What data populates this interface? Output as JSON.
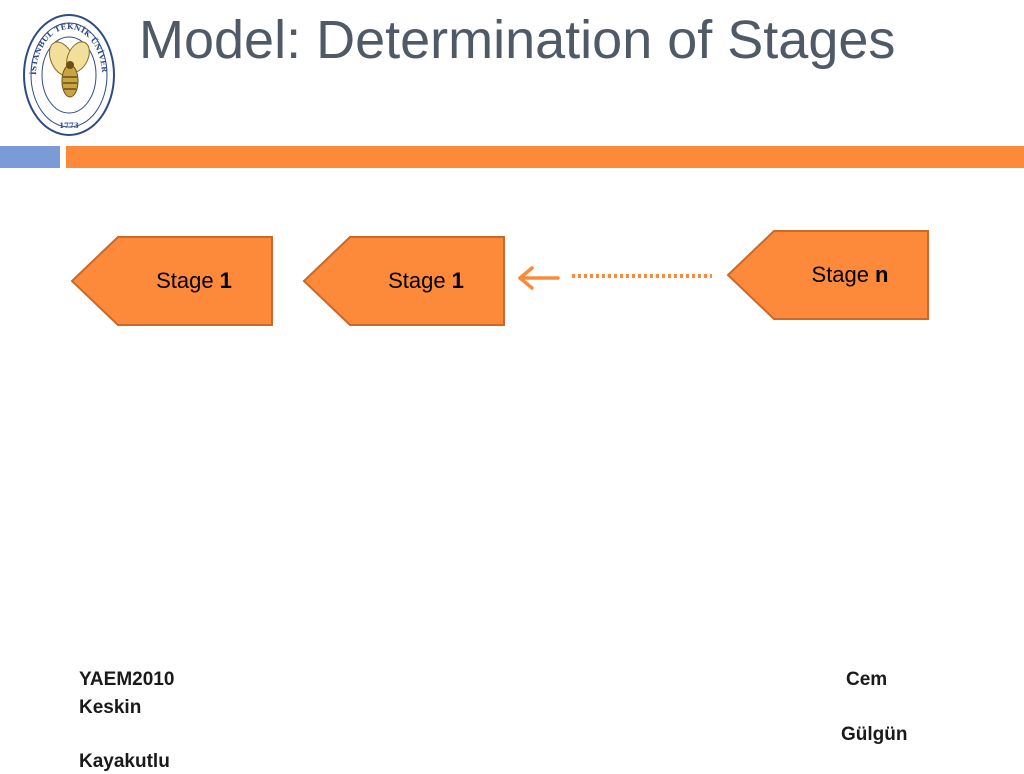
{
  "header": {
    "title": "Model: Determination of Stages",
    "logo": {
      "ring_text": "İSTANBUL TEKNİK ÜNİVERSİTESİ",
      "year": "1773",
      "icon": "bee-emblem-icon"
    }
  },
  "colors": {
    "accent_orange": "#fd8a3a",
    "accent_blue": "#7b9bd6",
    "shape_border": "#c9692a",
    "title_gray": "#505a66"
  },
  "diagram": {
    "stages": [
      {
        "prefix": "Stage",
        "index": "1"
      },
      {
        "prefix": "Stage",
        "index": "1"
      },
      {
        "prefix": "Stage",
        "index": "n"
      }
    ],
    "connector": {
      "style": "dotted",
      "icon": "left-arrow-icon"
    }
  },
  "footer": {
    "left_line1": "YAEM2010",
    "left_line2": "Keskin",
    "left_line3": "Kayakutlu",
    "right_line1": "Cem",
    "right_line2": "Gülgün"
  }
}
